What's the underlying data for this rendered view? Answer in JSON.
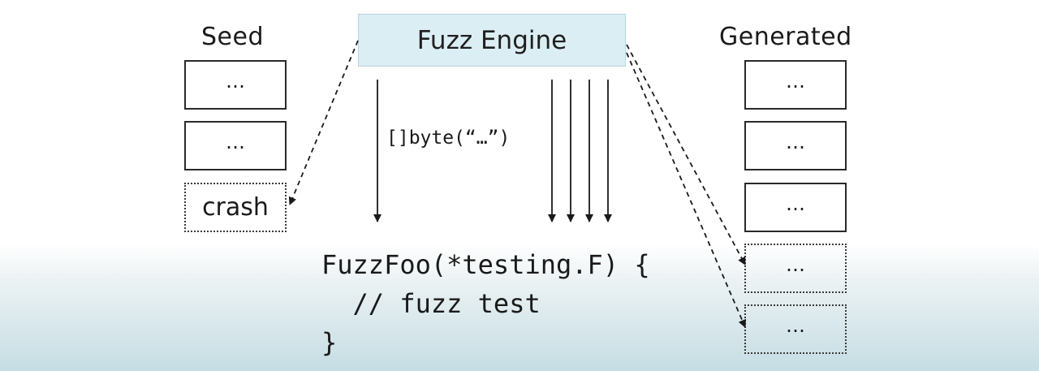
{
  "seed": {
    "title": "Seed",
    "boxes": [
      "…",
      "…"
    ],
    "crash": "crash"
  },
  "engine": {
    "label": "Fuzz Engine"
  },
  "generated": {
    "title": "Generated",
    "boxes": [
      "…",
      "…",
      "…"
    ],
    "new_boxes": [
      "…",
      "…"
    ]
  },
  "arrow_label": "[]byte(“…”)",
  "code": {
    "line1": "FuzzFoo(*testing.F) {",
    "line2": "  // fuzz test",
    "line3": "}"
  },
  "colors": {
    "engine_fill": "#dbeef3",
    "background_bottom": "#c5dde3"
  }
}
